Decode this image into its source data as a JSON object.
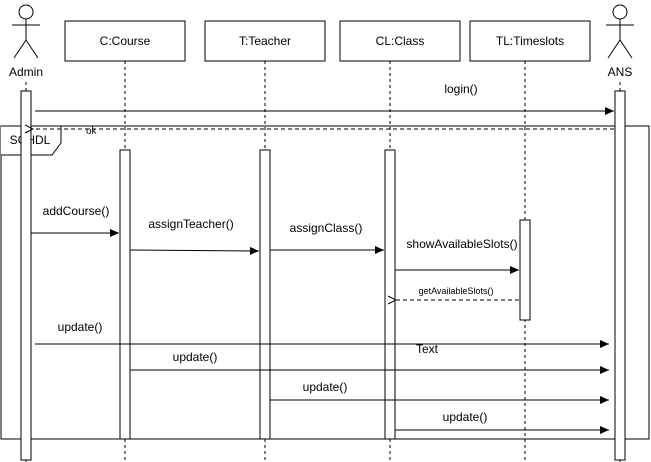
{
  "actors": [
    {
      "id": "admin",
      "label": "Admin"
    },
    {
      "id": "ans",
      "label": "ANS"
    }
  ],
  "objects": [
    {
      "id": "course",
      "label": "C:Course"
    },
    {
      "id": "teacher",
      "label": "T:Teacher"
    },
    {
      "id": "class",
      "label": "CL:Class"
    },
    {
      "id": "timeslots",
      "label": "TL:Timeslots"
    }
  ],
  "fragment": {
    "label": "SCHDL"
  },
  "messages": [
    {
      "id": "login",
      "label": "login()"
    },
    {
      "id": "ok",
      "label": "ok"
    },
    {
      "id": "add-course",
      "label": "addCourse()"
    },
    {
      "id": "assign-teacher",
      "label": "assignTeacher()"
    },
    {
      "id": "assign-class",
      "label": "assignClass()"
    },
    {
      "id": "show-slots",
      "label": "showAvailableSlots()"
    },
    {
      "id": "get-slots",
      "label": "getAvailableSlots()"
    },
    {
      "id": "update-admin",
      "label": "update()"
    },
    {
      "id": "update-course",
      "label": "update()"
    },
    {
      "id": "update-teacher",
      "label": "update()"
    },
    {
      "id": "update-class",
      "label": "update()"
    }
  ],
  "notes": [
    {
      "id": "text-label",
      "label": "Text"
    }
  ],
  "colors": {
    "stroke": "#000000",
    "background": "#ffffff"
  }
}
